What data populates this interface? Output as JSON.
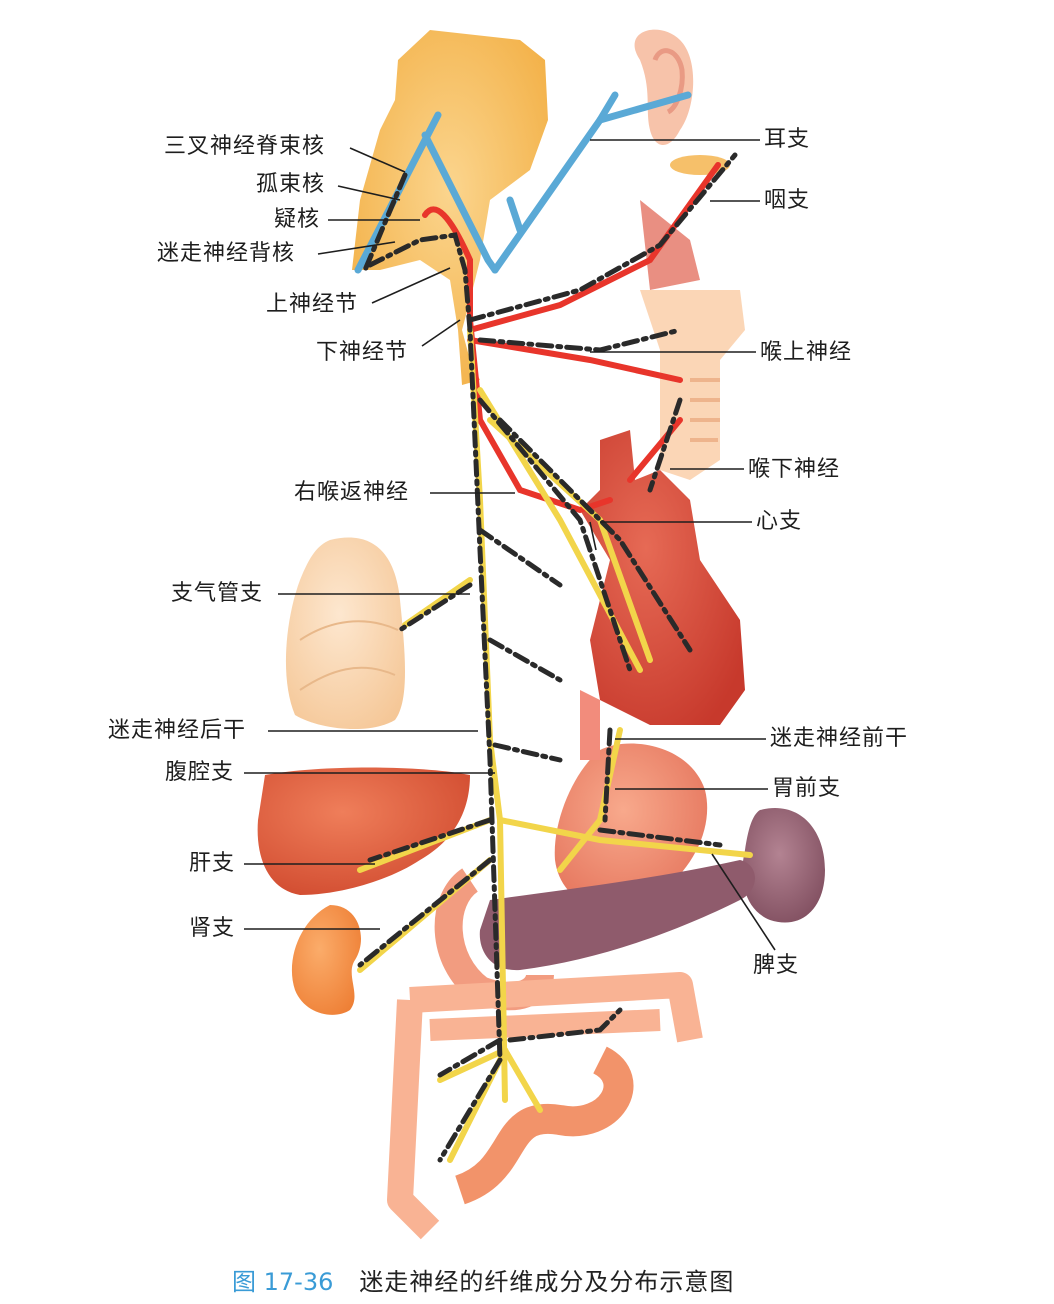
{
  "figure": {
    "number": "图 17-36",
    "title": "迷走神经的纤维成分及分布示意图",
    "colors": {
      "caption_number": "#3a9bd6",
      "sensory_fiber": "#5aa9d6",
      "motor_fiber": "#e8352b",
      "parasympathetic_fiber_dash": "#2a2a2a",
      "visceral_sensory_fiber": "#f2d54a",
      "brainstem": "#f7c063",
      "heart": "#d9493a",
      "liver": "#e0603f",
      "spleen_pancreas": "#8c5a6a",
      "intestine": "#f4a07a",
      "lung": "#f9dcbc"
    }
  },
  "labels": {
    "left": [
      {
        "id": "spinal-trigeminal-nucleus",
        "text": "三叉神经脊束核"
      },
      {
        "id": "solitary-nucleus",
        "text": "孤束核"
      },
      {
        "id": "nucleus-ambiguus",
        "text": "疑核"
      },
      {
        "id": "dorsal-vagal-nucleus",
        "text": "迷走神经背核"
      },
      {
        "id": "superior-ganglion",
        "text": "上神经节"
      },
      {
        "id": "inferior-ganglion",
        "text": "下神经节"
      },
      {
        "id": "right-recurrent-laryngeal-nerve",
        "text": "右喉返神经"
      },
      {
        "id": "bronchial-branch",
        "text": "支气管支"
      },
      {
        "id": "posterior-vagal-trunk",
        "text": "迷走神经后干"
      },
      {
        "id": "celiac-branch",
        "text": "腹腔支"
      },
      {
        "id": "hepatic-branch",
        "text": "肝支"
      },
      {
        "id": "renal-branch",
        "text": "肾支"
      }
    ],
    "right": [
      {
        "id": "auricular-branch",
        "text": "耳支"
      },
      {
        "id": "pharyngeal-branch",
        "text": "咽支"
      },
      {
        "id": "superior-laryngeal-nerve",
        "text": "喉上神经"
      },
      {
        "id": "inferior-laryngeal-nerve",
        "text": "喉下神经"
      },
      {
        "id": "cardiac-branch",
        "text": "心支"
      },
      {
        "id": "anterior-vagal-trunk",
        "text": "迷走神经前干"
      },
      {
        "id": "anterior-gastric-branch",
        "text": "胃前支"
      },
      {
        "id": "splenic-branch",
        "text": "脾支"
      }
    ]
  }
}
